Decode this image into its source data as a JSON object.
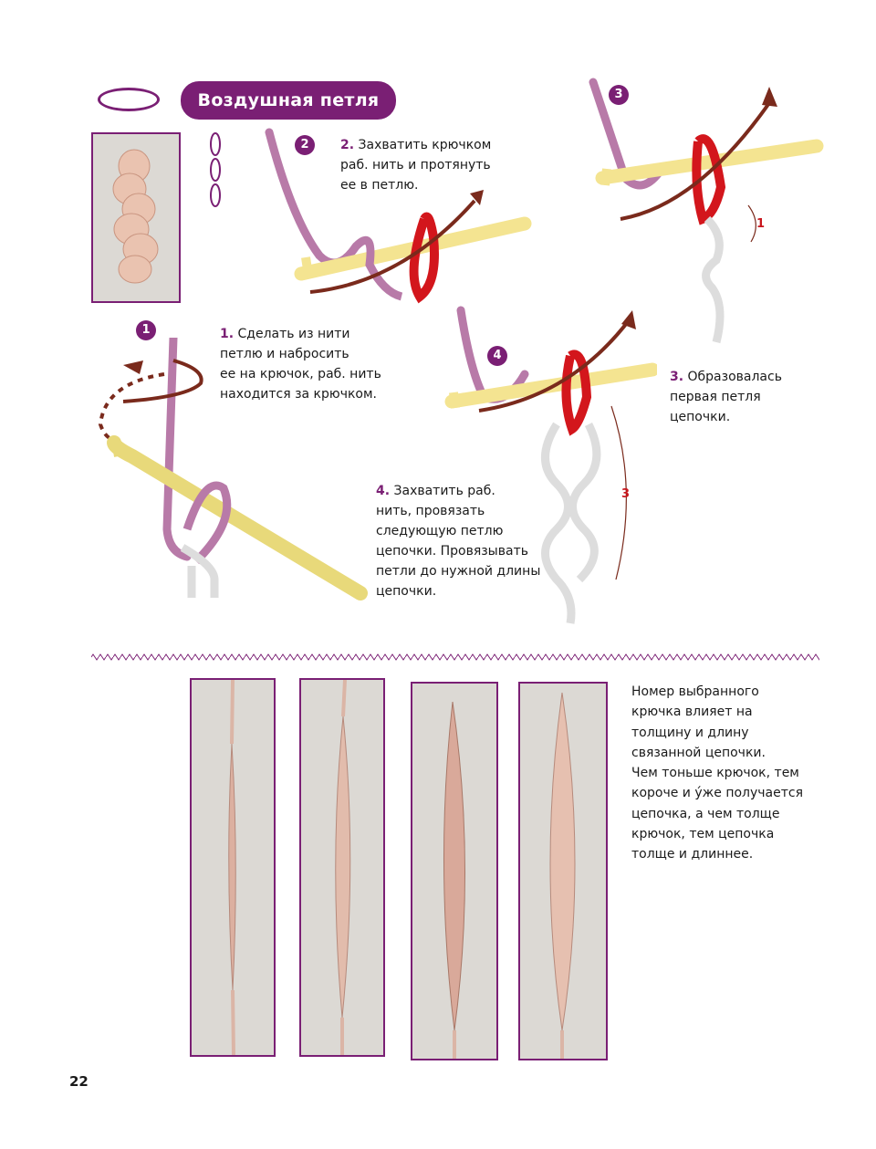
{
  "header": {
    "title": "Воздушная петля"
  },
  "steps": [
    {
      "num": "1.",
      "text": " Сделать из нити\nпетлю и набросить\nее на крючок, раб. нить\nнаходится за крючком."
    },
    {
      "num": "2.",
      "text": " Захватить крючком\nраб. нить и протянуть\nее в петлю."
    },
    {
      "num": "3.",
      "text": " Образовалась\nпервая петля\nцепочки."
    },
    {
      "num": "4.",
      "text": " Захватить раб.\nнить, провязать\nследующую петлю\nцепочки. Провязывать\nпетли до нужной длины\nцепочки."
    }
  ],
  "badges": [
    "1",
    "2",
    "3",
    "4"
  ],
  "diagram_labels": {
    "loop_count_3": "1",
    "loop_count_4": "3"
  },
  "note": "Номер выбранного\nкрючка влияет на\nтолщину и длину\nсвязанной цепочки.\nЧем тоньше крючок, тем\nкороче и у́же получается\nцепочка, а чем толще\nкрючок, тем цепочка\nтолще и длиннее.",
  "page_number": "22",
  "colors": {
    "accent": "#7a1f74",
    "yarn_pink": "#e8c2b2",
    "hook_yellow": "#f7ea9c",
    "loop_red": "#d3161c",
    "arrow_brown": "#7a2a1c",
    "working_yarn": "#b87aa8"
  }
}
